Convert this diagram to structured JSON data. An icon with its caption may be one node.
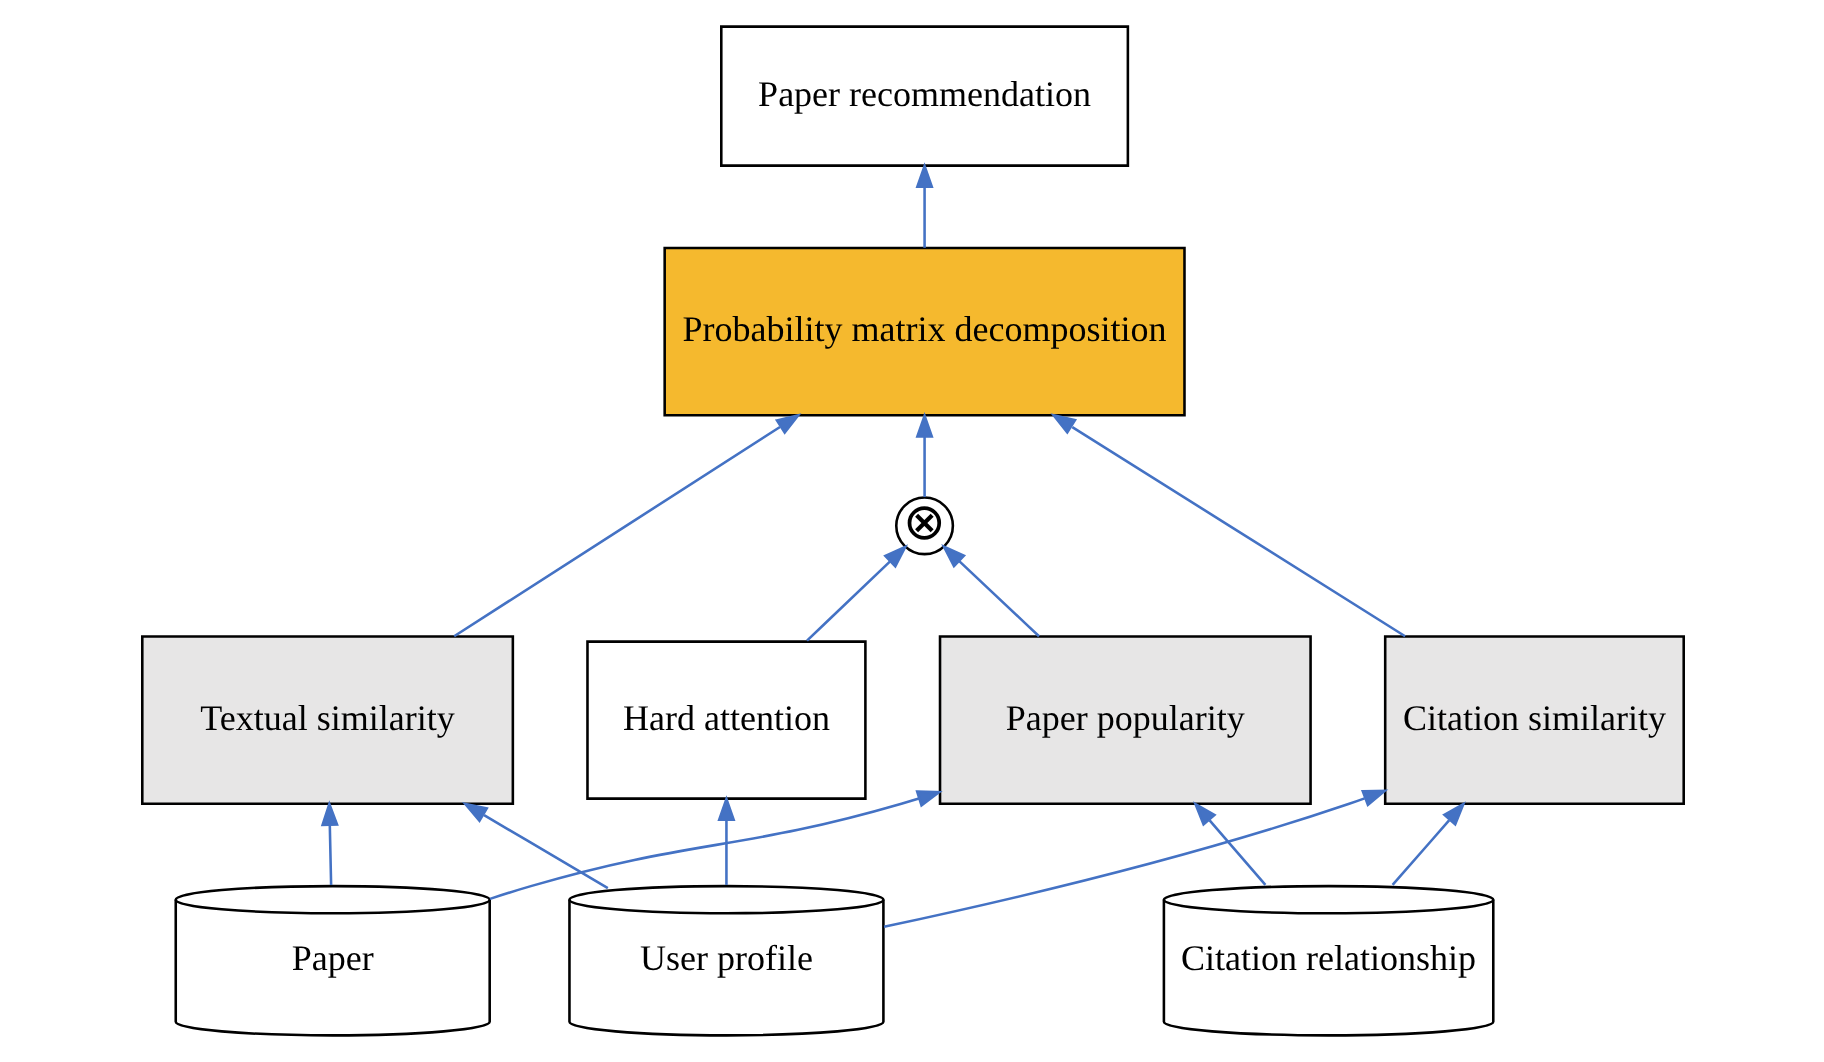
{
  "diagram": {
    "nodes": [
      {
        "text": [
          "Paper recommendation"
        ]
      },
      {
        "text": [
          "Probability matrix decomposition"
        ]
      },
      {
        "text": [
          "Textual similarity"
        ]
      },
      {
        "text": [
          "Hard attention"
        ]
      },
      {
        "text": [
          "⊗"
        ]
      },
      {
        "text": [
          "Paper popularity"
        ]
      },
      {
        "text": [
          "Citation similarity"
        ]
      },
      {
        "text": [
          "User profile"
        ]
      },
      {
        "text": [
          "Paper"
        ]
      },
      {
        "text": [
          "Citation relationship"
        ]
      }
    ],
    "edges": [
      {
        "from": 1,
        "to": 0,
        "arrow": "to"
      },
      {
        "from": 2,
        "to": 1,
        "arrow": "to"
      },
      {
        "from": 4,
        "to": 1,
        "arrow": "to"
      },
      {
        "from": 6,
        "to": 1,
        "arrow": "to"
      },
      {
        "from": 3,
        "to": 4,
        "arrow": "to"
      },
      {
        "from": 5,
        "to": 4,
        "arrow": "to"
      },
      {
        "from": 7,
        "to": 2,
        "arrow": "to"
      },
      {
        "from": 7,
        "to": 3,
        "arrow": "to"
      },
      {
        "from": 7,
        "to": 6,
        "arrow": "to"
      },
      {
        "from": 8,
        "to": 2,
        "arrow": "to"
      },
      {
        "from": 8,
        "to": 5,
        "arrow": "to"
      },
      {
        "from": 9,
        "to": 5,
        "arrow": "to"
      },
      {
        "from": 9,
        "to": 6,
        "arrow": "to"
      }
    ]
  }
}
